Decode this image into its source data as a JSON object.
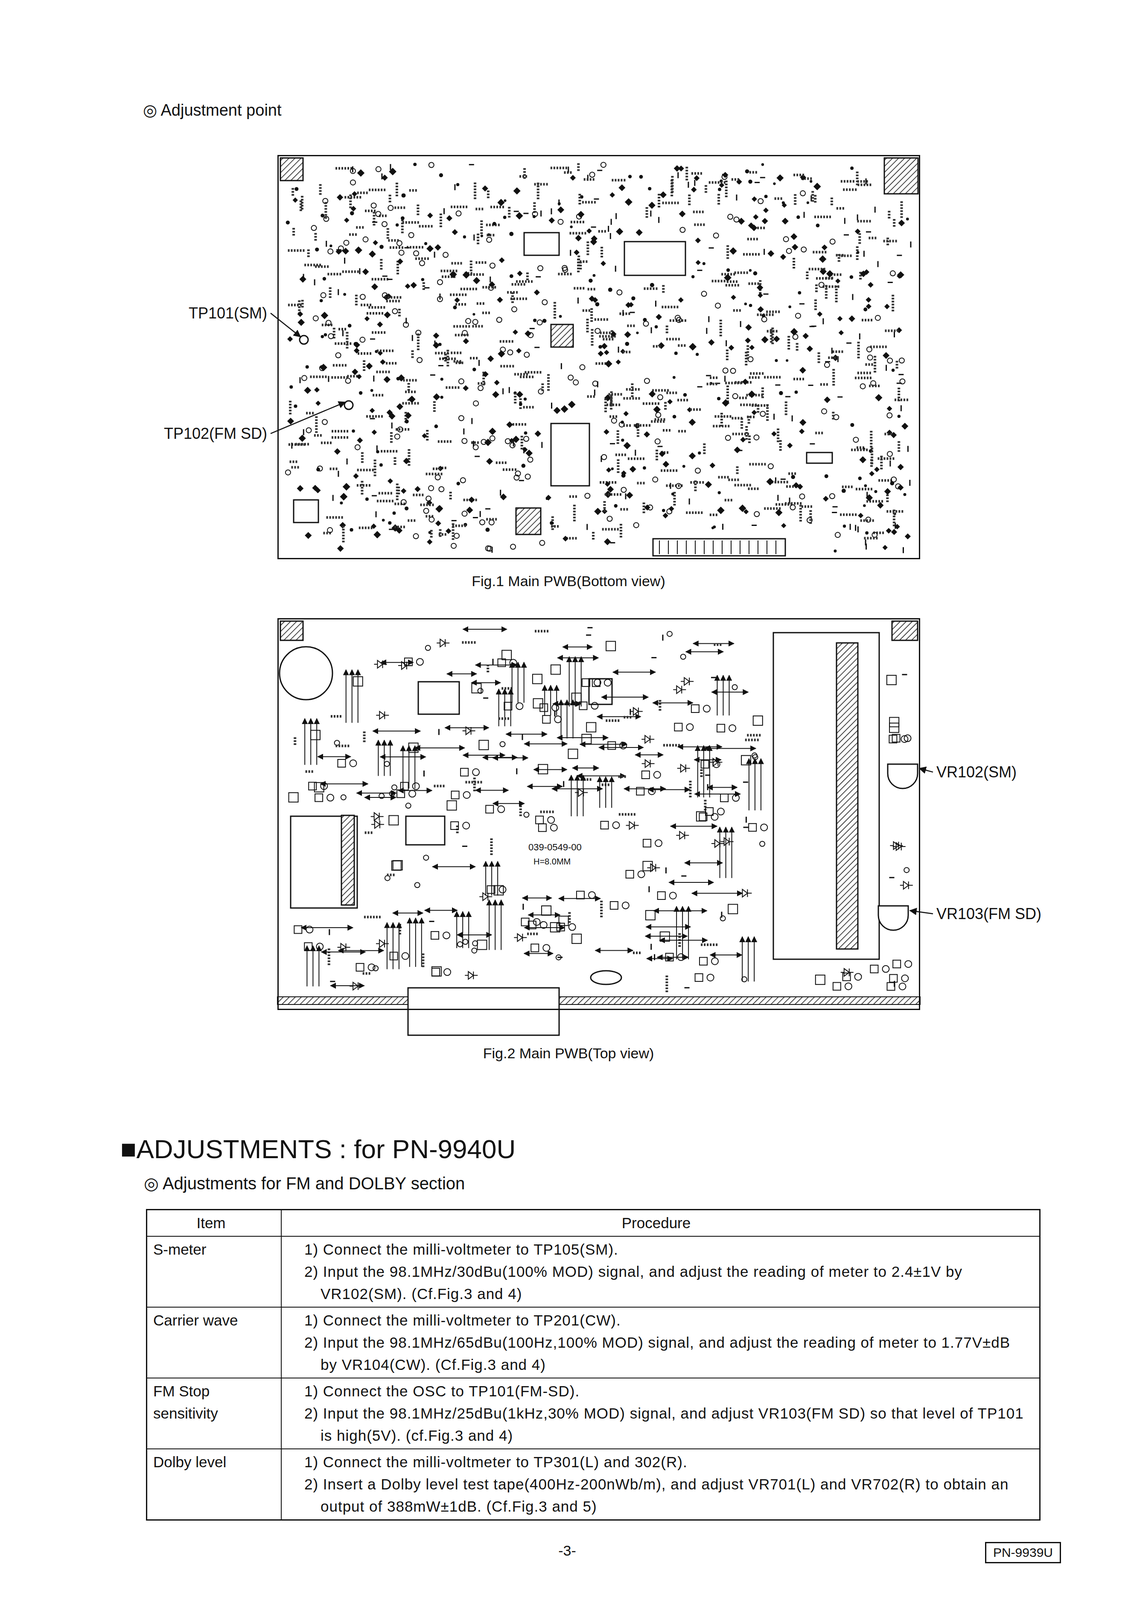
{
  "diagram": {
    "title": "■ADJUSTMENTS : for PN-9940U",
    "nodes": [
      {
        "text": [
          "Fig.1 Main PWB(Bottom view)"
        ]
      },
      {
        "text": [
          "Fig.2 Main PWB(Top view)"
        ]
      },
      {
        "text": [
          "PN-9939U"
        ]
      }
    ],
    "labels": [
      "◎ Adjustment point",
      "TP101(SM)",
      "TP102(FM SD)",
      "039-0549-00",
      "H=8.0MM",
      "VR102(SM)",
      "VR103(FM SD)",
      "◎ Adjustments for FM and DOLBY section",
      "Item",
      "Procedure",
      "S-meter",
      "1) Connect the milli-voltmeter to TP105(SM).",
      "2) Input the 98.1MHz/30dBu(100% MOD) signal, and adjust the reading of meter to 2.4±1V by VR102(SM). (Cf.Fig.3 and 4)",
      "Carrier wave",
      "1) Connect the milli-voltmeter to TP201(CW).",
      "2) Input the 98.1MHz/65dBu(100Hz,100% MOD) signal, and adjust the reading of meter to 1.77V±dB by VR104(CW). (Cf.Fig.3 and 4)",
      "FM Stop sensitivity",
      "1) Connect the OSC to TP101(FM-SD).",
      "2) Input the 98.1MHz/25dBu(1kHz,30% MOD) signal, and adjust VR103(FM SD) so that level of TP101 is high(5V). (cf.Fig.3 and 4)",
      "Dolby level",
      "1) Connect the milli-voltmeter to TP301(L) and 302(R).",
      "2) Insert a Dolby level test tape(400Hz-200nWb/m), and adjust VR701(L) and VR702(R) to obtain an output of 388mW±1dB. (Cf.Fig.3 and 5)",
      "-3-"
    ]
  }
}
